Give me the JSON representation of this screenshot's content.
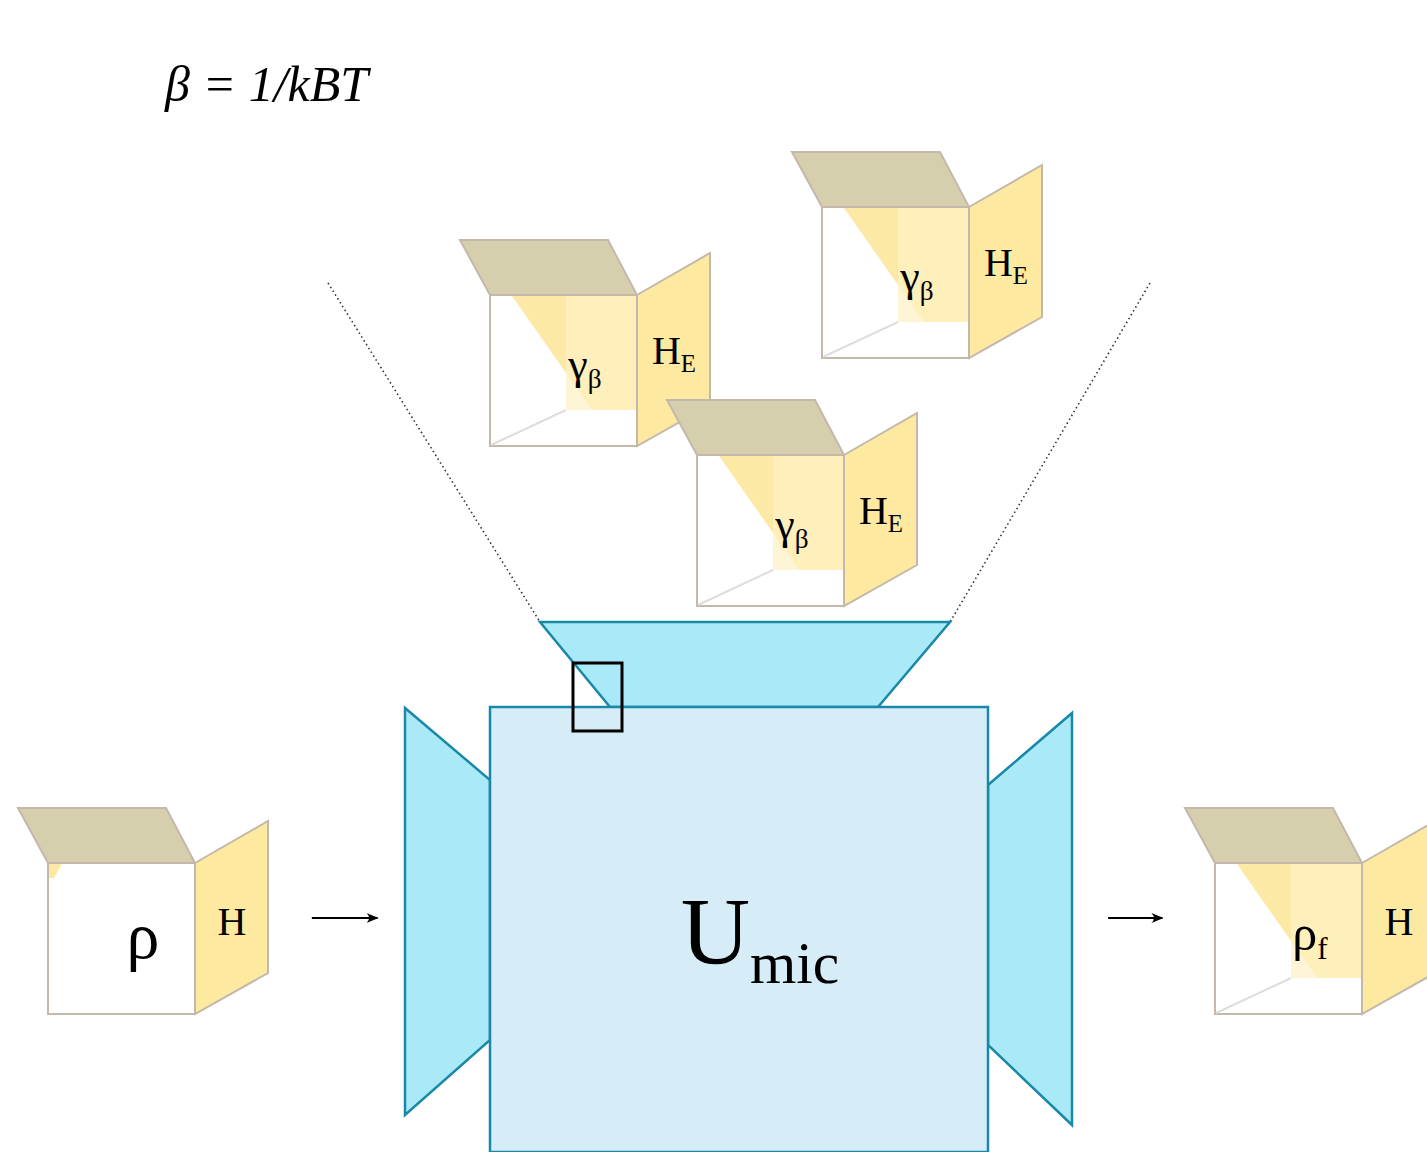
{
  "diagram": {
    "nodes": [
      {
        "text": [
          "γβ",
          "HE"
        ]
      },
      {
        "text": [
          "γβ",
          "HE"
        ]
      },
      {
        "text": [
          "γβ",
          "HE"
        ]
      },
      {
        "text": [
          "ρ",
          "H"
        ]
      },
      {
        "text": [
          "Umic"
        ]
      },
      {
        "text": [
          "ρf",
          "H"
        ]
      }
    ],
    "edges": [
      {
        "from": 3,
        "to": 4,
        "arrow": "to"
      },
      {
        "from": 4,
        "to": 5,
        "arrow": "to"
      }
    ],
    "labels": [
      "β = 1/kBT"
    ]
  }
}
